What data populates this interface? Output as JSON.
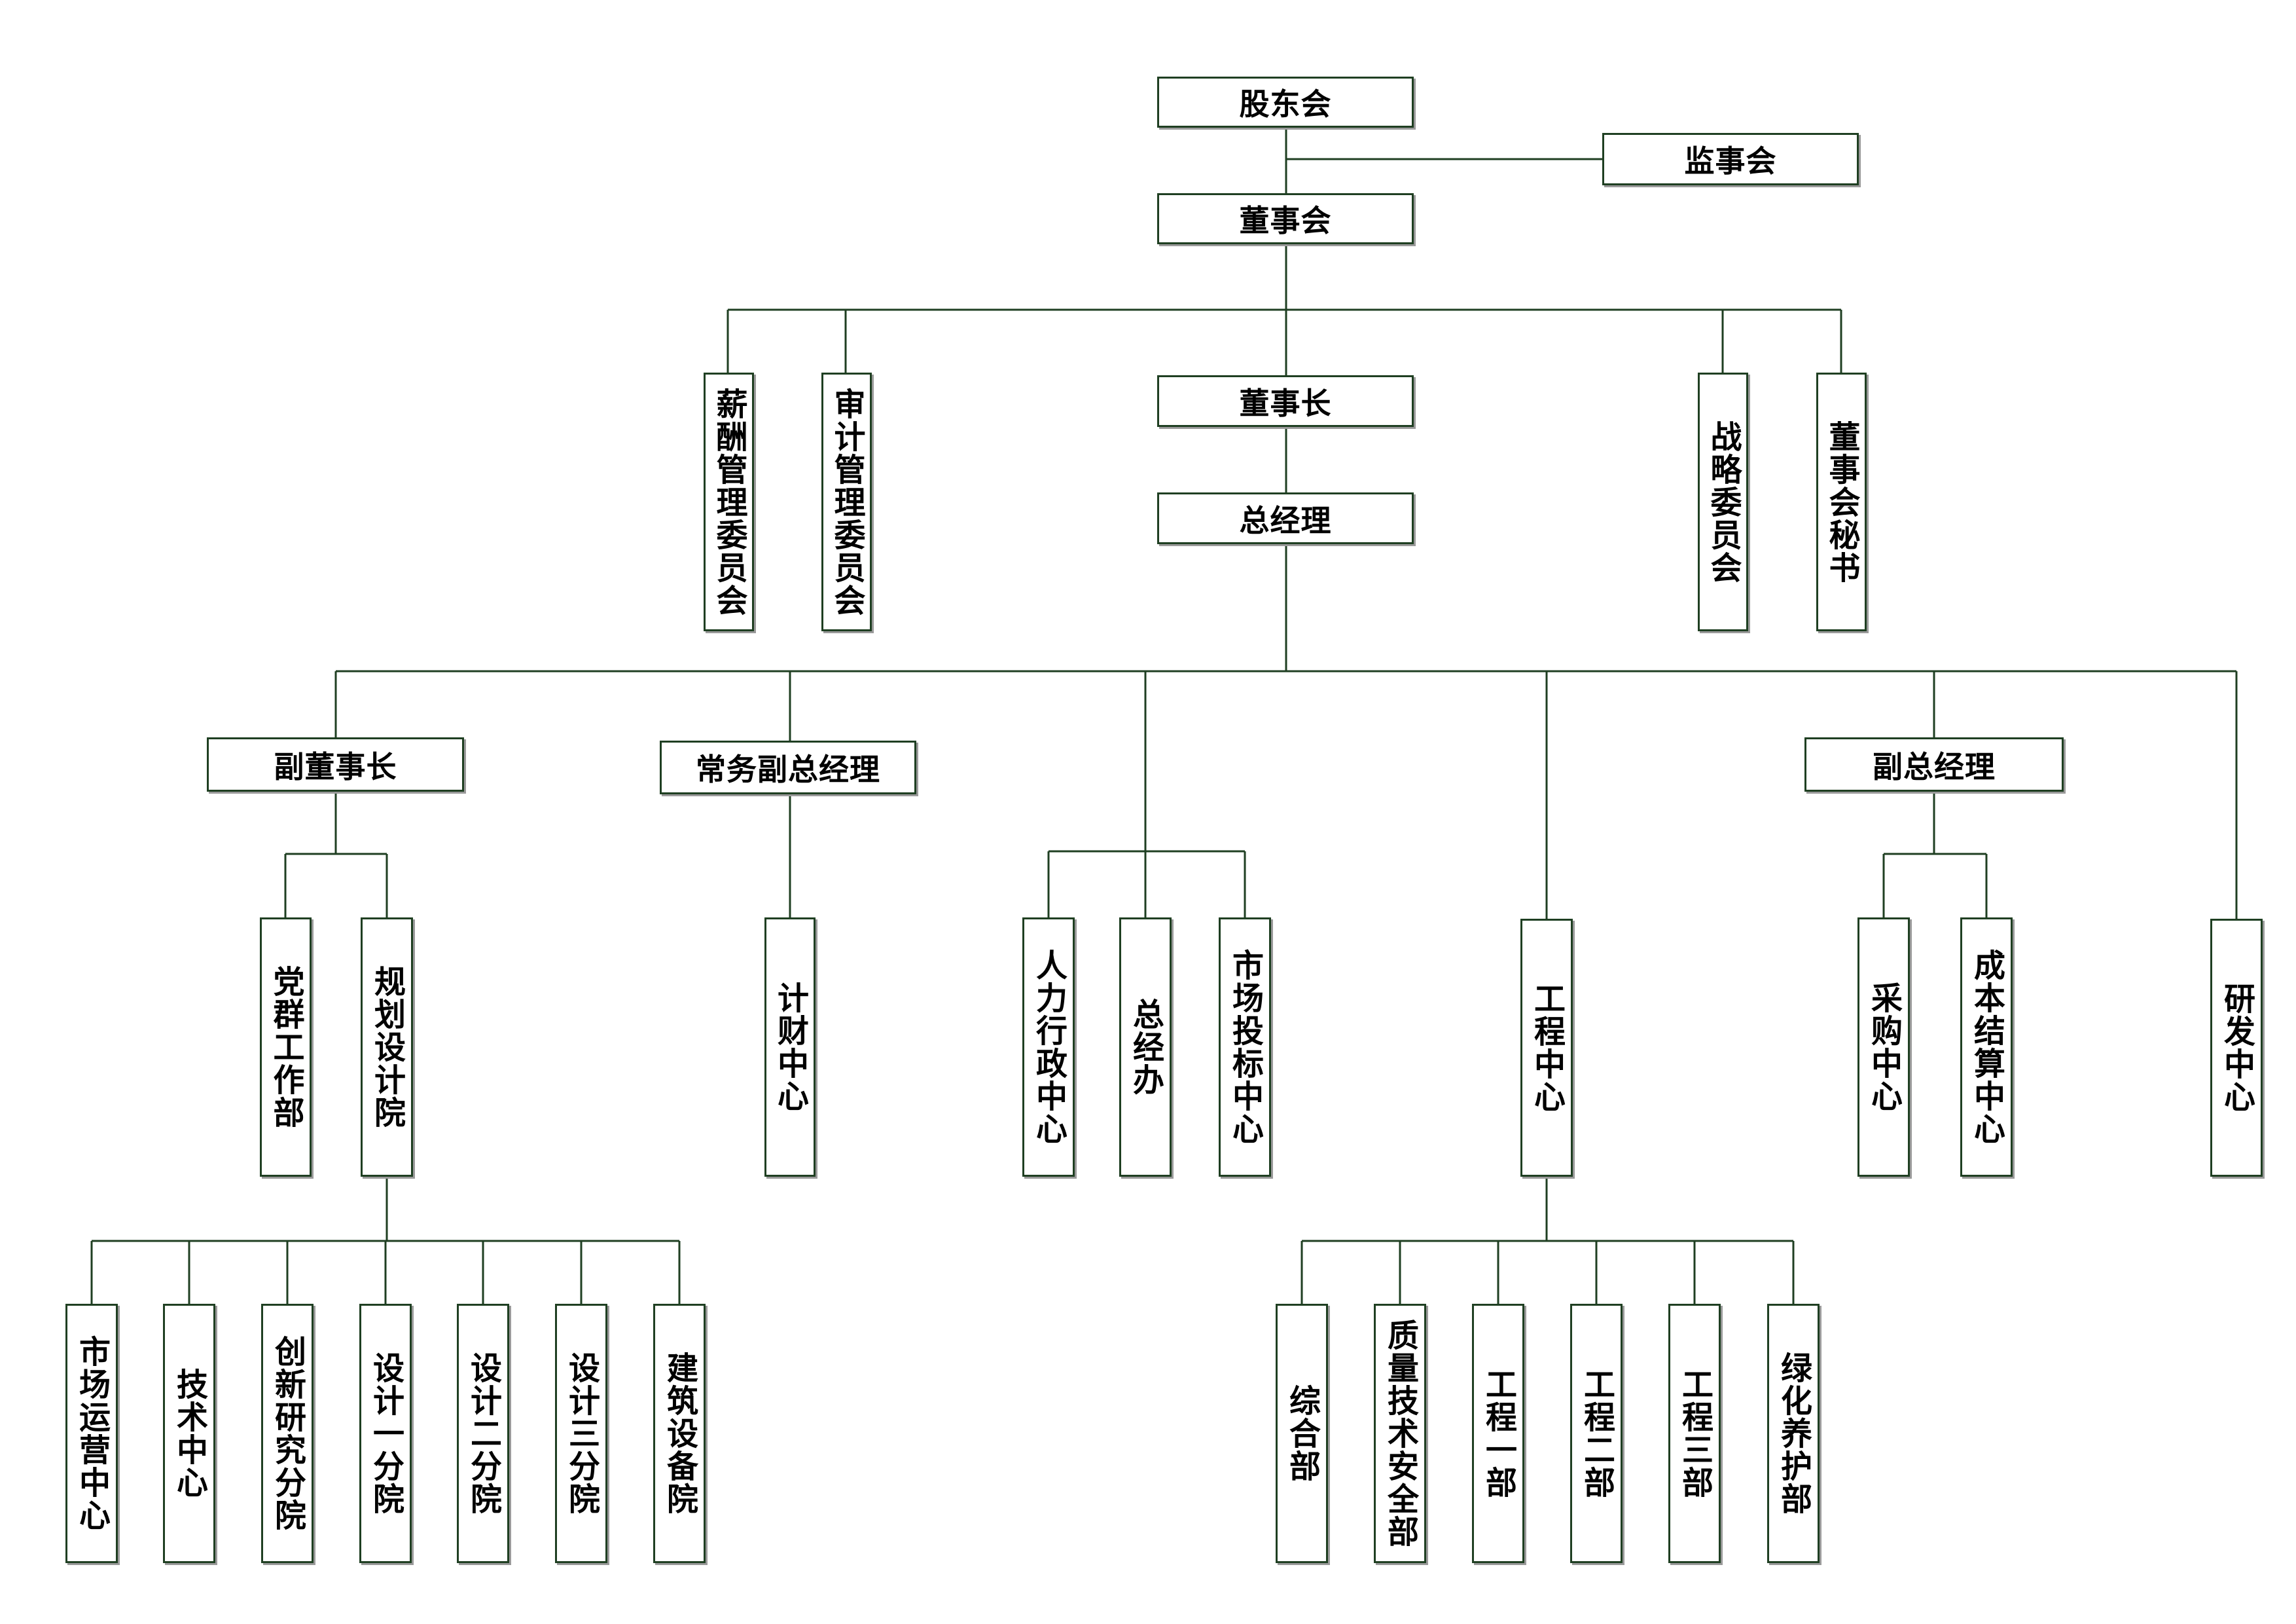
{
  "top": {
    "shareholders": "股东会",
    "supervisors": "监事会",
    "board": "董事会",
    "chairman": "董事长",
    "general_manager": "总经理"
  },
  "committees": {
    "compensation": "薪酬管理委员会",
    "audit": "审计管理委员会",
    "strategy": "战略委员会",
    "board_secretary": "董事会秘书"
  },
  "executives": {
    "vice_chairman": "副董事长",
    "executive_vp": "常务副总经理",
    "deputy_gm": "副总经理"
  },
  "departments": {
    "party_work": "党群工作部",
    "planning_institute": "规划设计院",
    "finance_center": "计财中心",
    "hr_admin_center": "人力行政中心",
    "gm_office": "总经办",
    "bidding_center": "市场投标中心",
    "engineering_center": "工程中心",
    "procurement_center": "采购中心",
    "cost_center": "成本结算中心",
    "rd_center": "研发中心"
  },
  "institute_branches": [
    "市场运营中心",
    "技术中心",
    "创新研究分院",
    "设计一分院",
    "设计二分院",
    "设计三分院",
    "建筑设备院"
  ],
  "engineering_units": [
    "综合部",
    "质量技术安全部",
    "工程一部",
    "工程二部",
    "工程三部",
    "绿化养护部"
  ],
  "colors": {
    "line": "#1f3f22",
    "box_border": "#1f3f22",
    "shadow": "#9a9a9a",
    "background": "#ffffff"
  }
}
